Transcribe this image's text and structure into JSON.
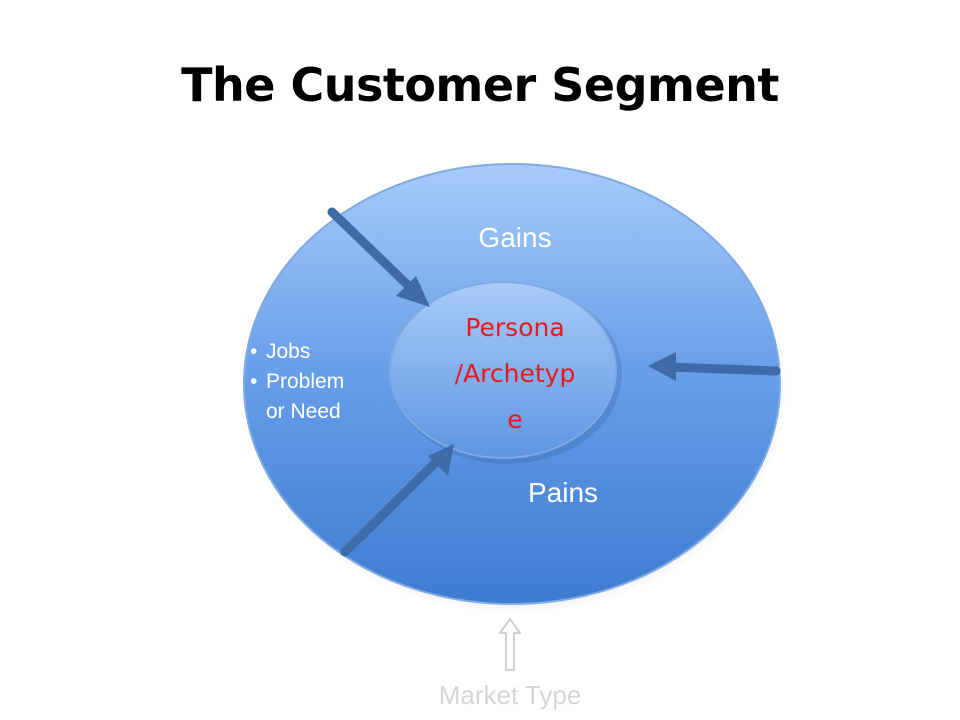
{
  "slide": {
    "title": "The Customer Segment"
  },
  "diagram": {
    "outer_label_top": "Gains",
    "outer_label_bottom": "Pains",
    "center_lines": [
      "Persona",
      "/Archetyp",
      "e"
    ],
    "side_bullets": [
      "Jobs",
      "Problem",
      "or Need"
    ],
    "bottom_label": "Market Type",
    "colors": {
      "outer_fill_top": "#9cc2f7",
      "outer_fill_bottom": "#3e7fd3",
      "center_text": "#e8191d",
      "arrow": "#4a78b8",
      "bottom_arrow": "#d9d9d9"
    }
  }
}
